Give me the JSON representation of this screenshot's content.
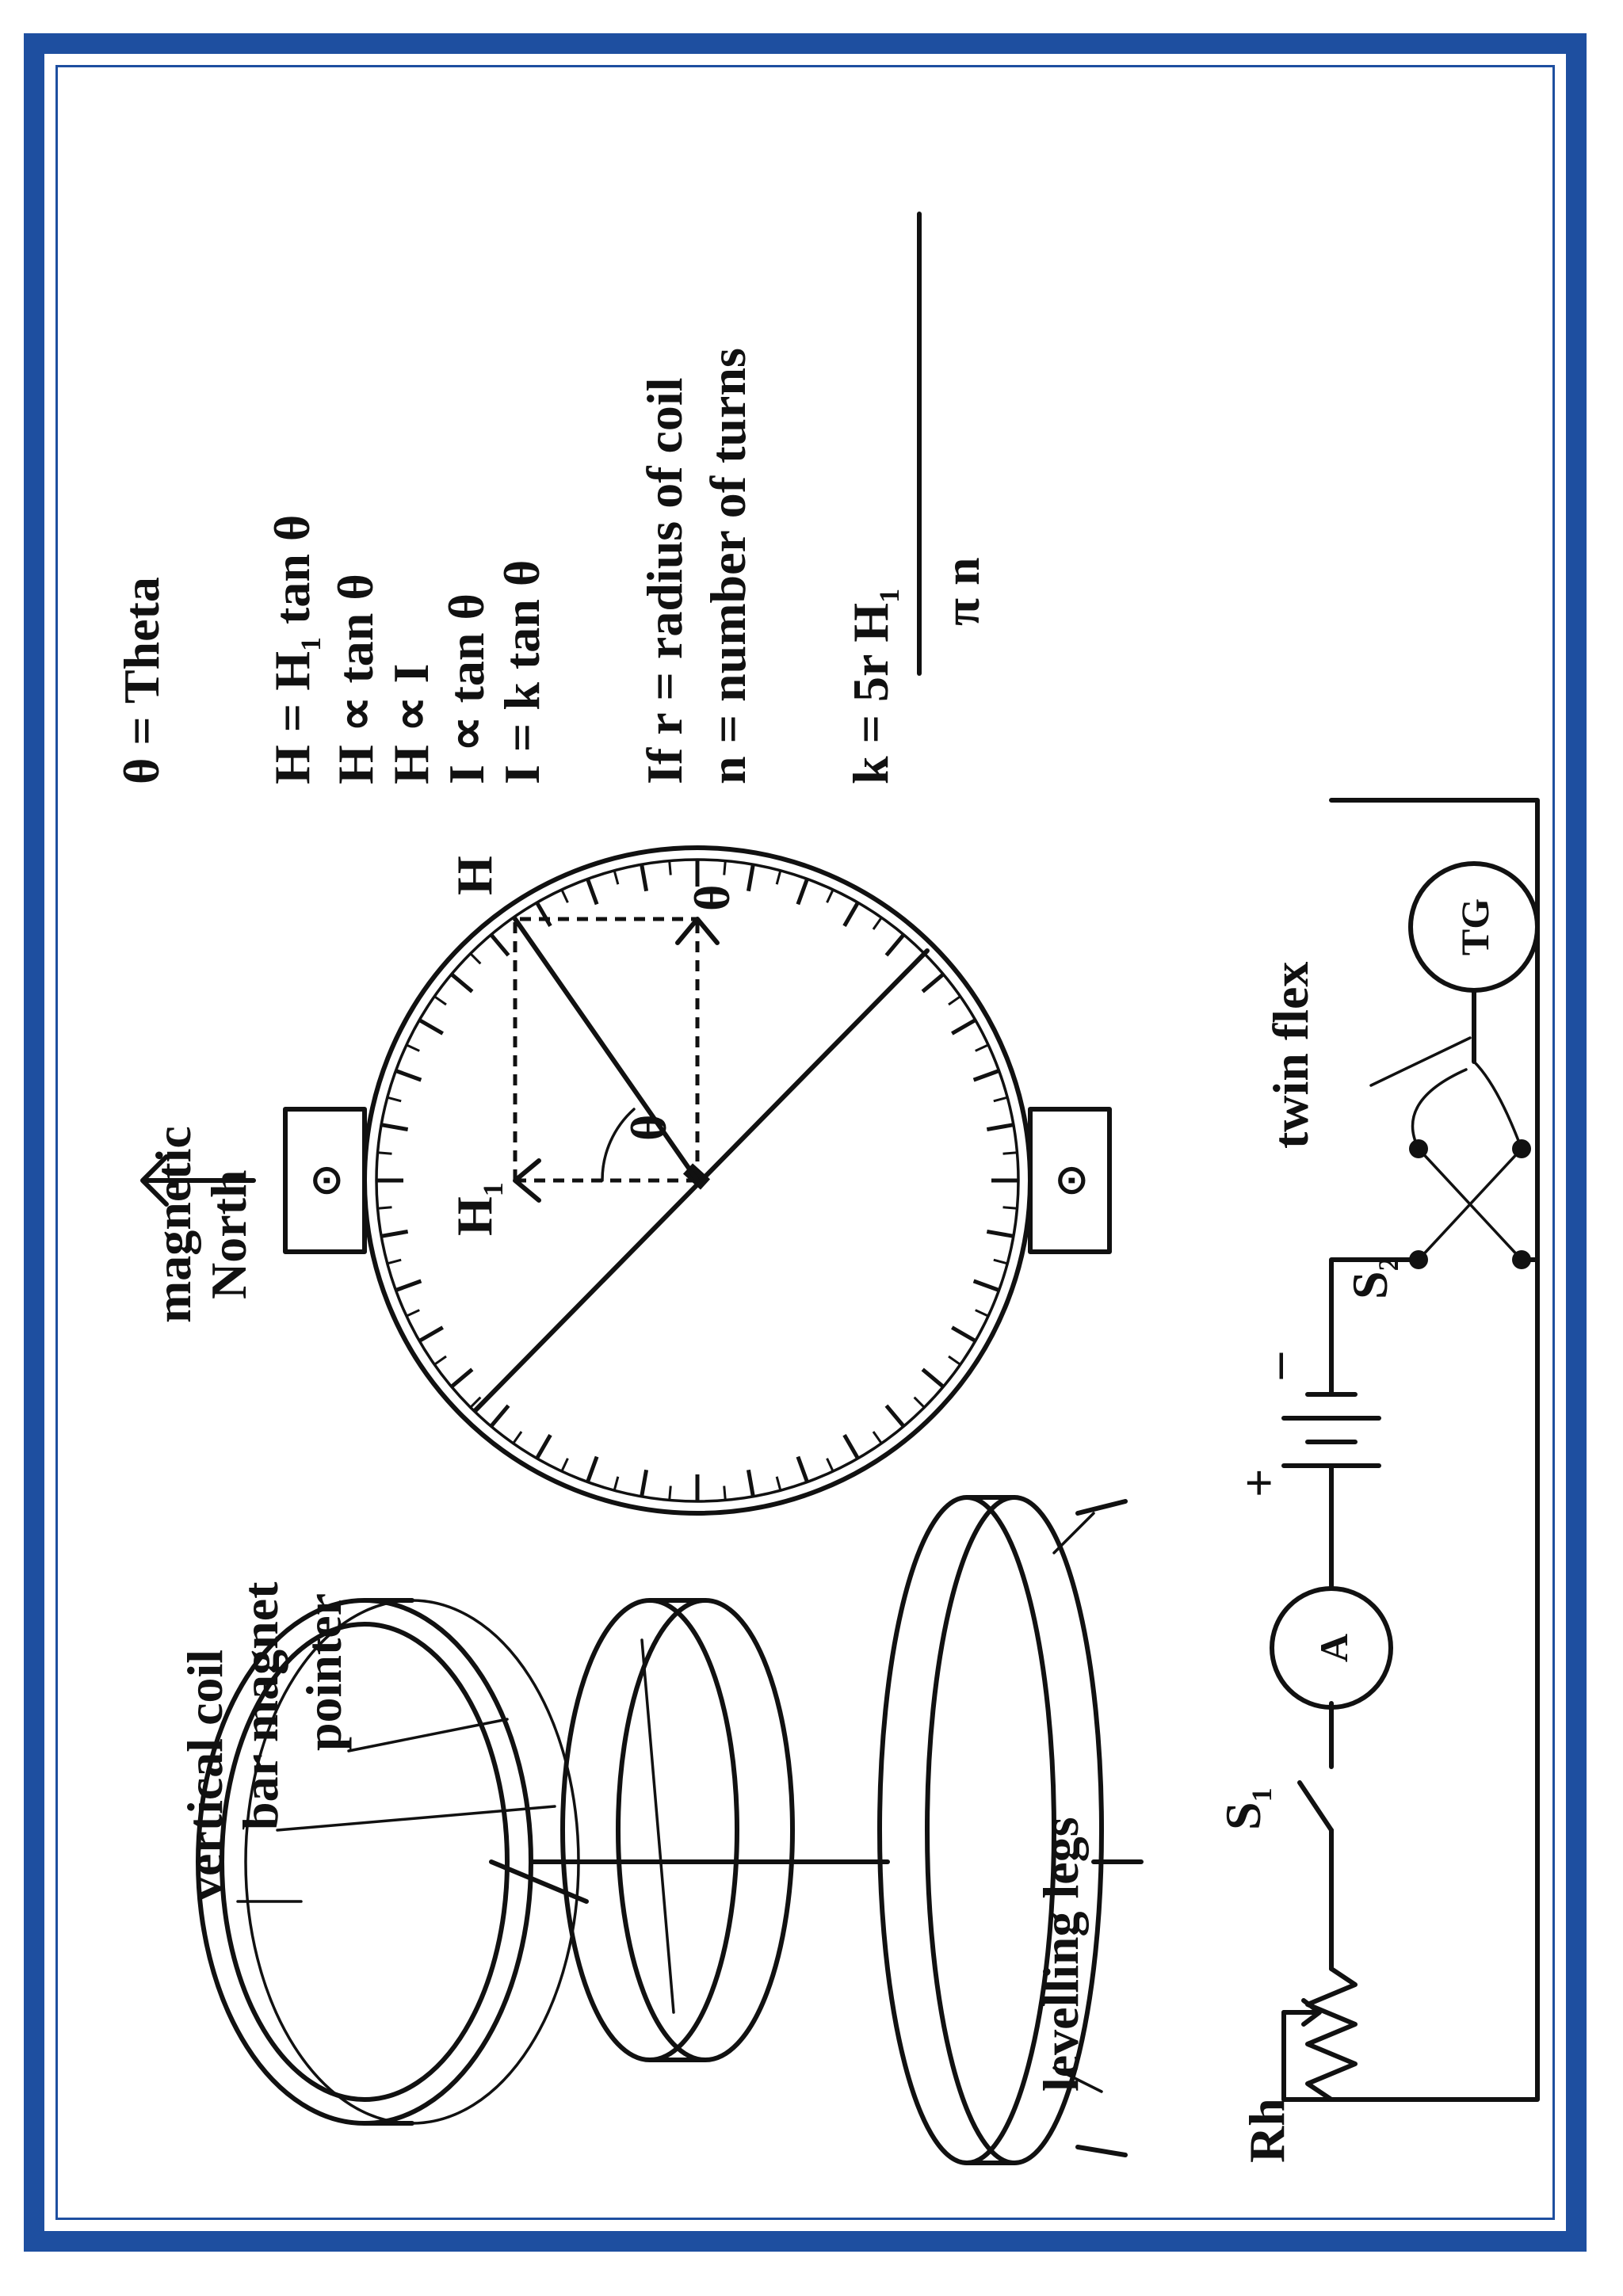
{
  "colors": {
    "border": "#1e4fa0",
    "ink": "#111111"
  },
  "apparatus_labels": {
    "vertical_coil": "vertical coil",
    "bar_magnet": "bar magnet",
    "pointer": "pointer",
    "levelling_legs": "levelling legs"
  },
  "dial": {
    "north_line1": "magnetic",
    "north_line2": "North",
    "h1_main": "H",
    "h1_sub": "1",
    "h_label": "H",
    "theta_inner": "θ",
    "theta_outer": "θ",
    "terminal_symbol": "⊙"
  },
  "formulas": {
    "theta_def": "θ = Theta",
    "f1_pre": "H = H",
    "f1_sub": "1",
    "f1_post": " tan θ",
    "f2": "H ∝  tan θ",
    "f3": "H ∝  I",
    "f4": "I  ∝  tan θ",
    "f5": "I = k tan θ",
    "cond1": "If r = radius of coil",
    "cond2": "n = number of turns",
    "k_num_pre": "k = 5r H",
    "k_num_sub": "1",
    "k_den": "π n"
  },
  "circuit": {
    "rh": "Rh",
    "s1_main": "S",
    "s1_sub": "1",
    "ammeter": "A",
    "plus": "+",
    "minus": "_",
    "s2_main": "S",
    "s2_sub": "2",
    "twin_flex": "twin flex",
    "tg": "TG"
  }
}
